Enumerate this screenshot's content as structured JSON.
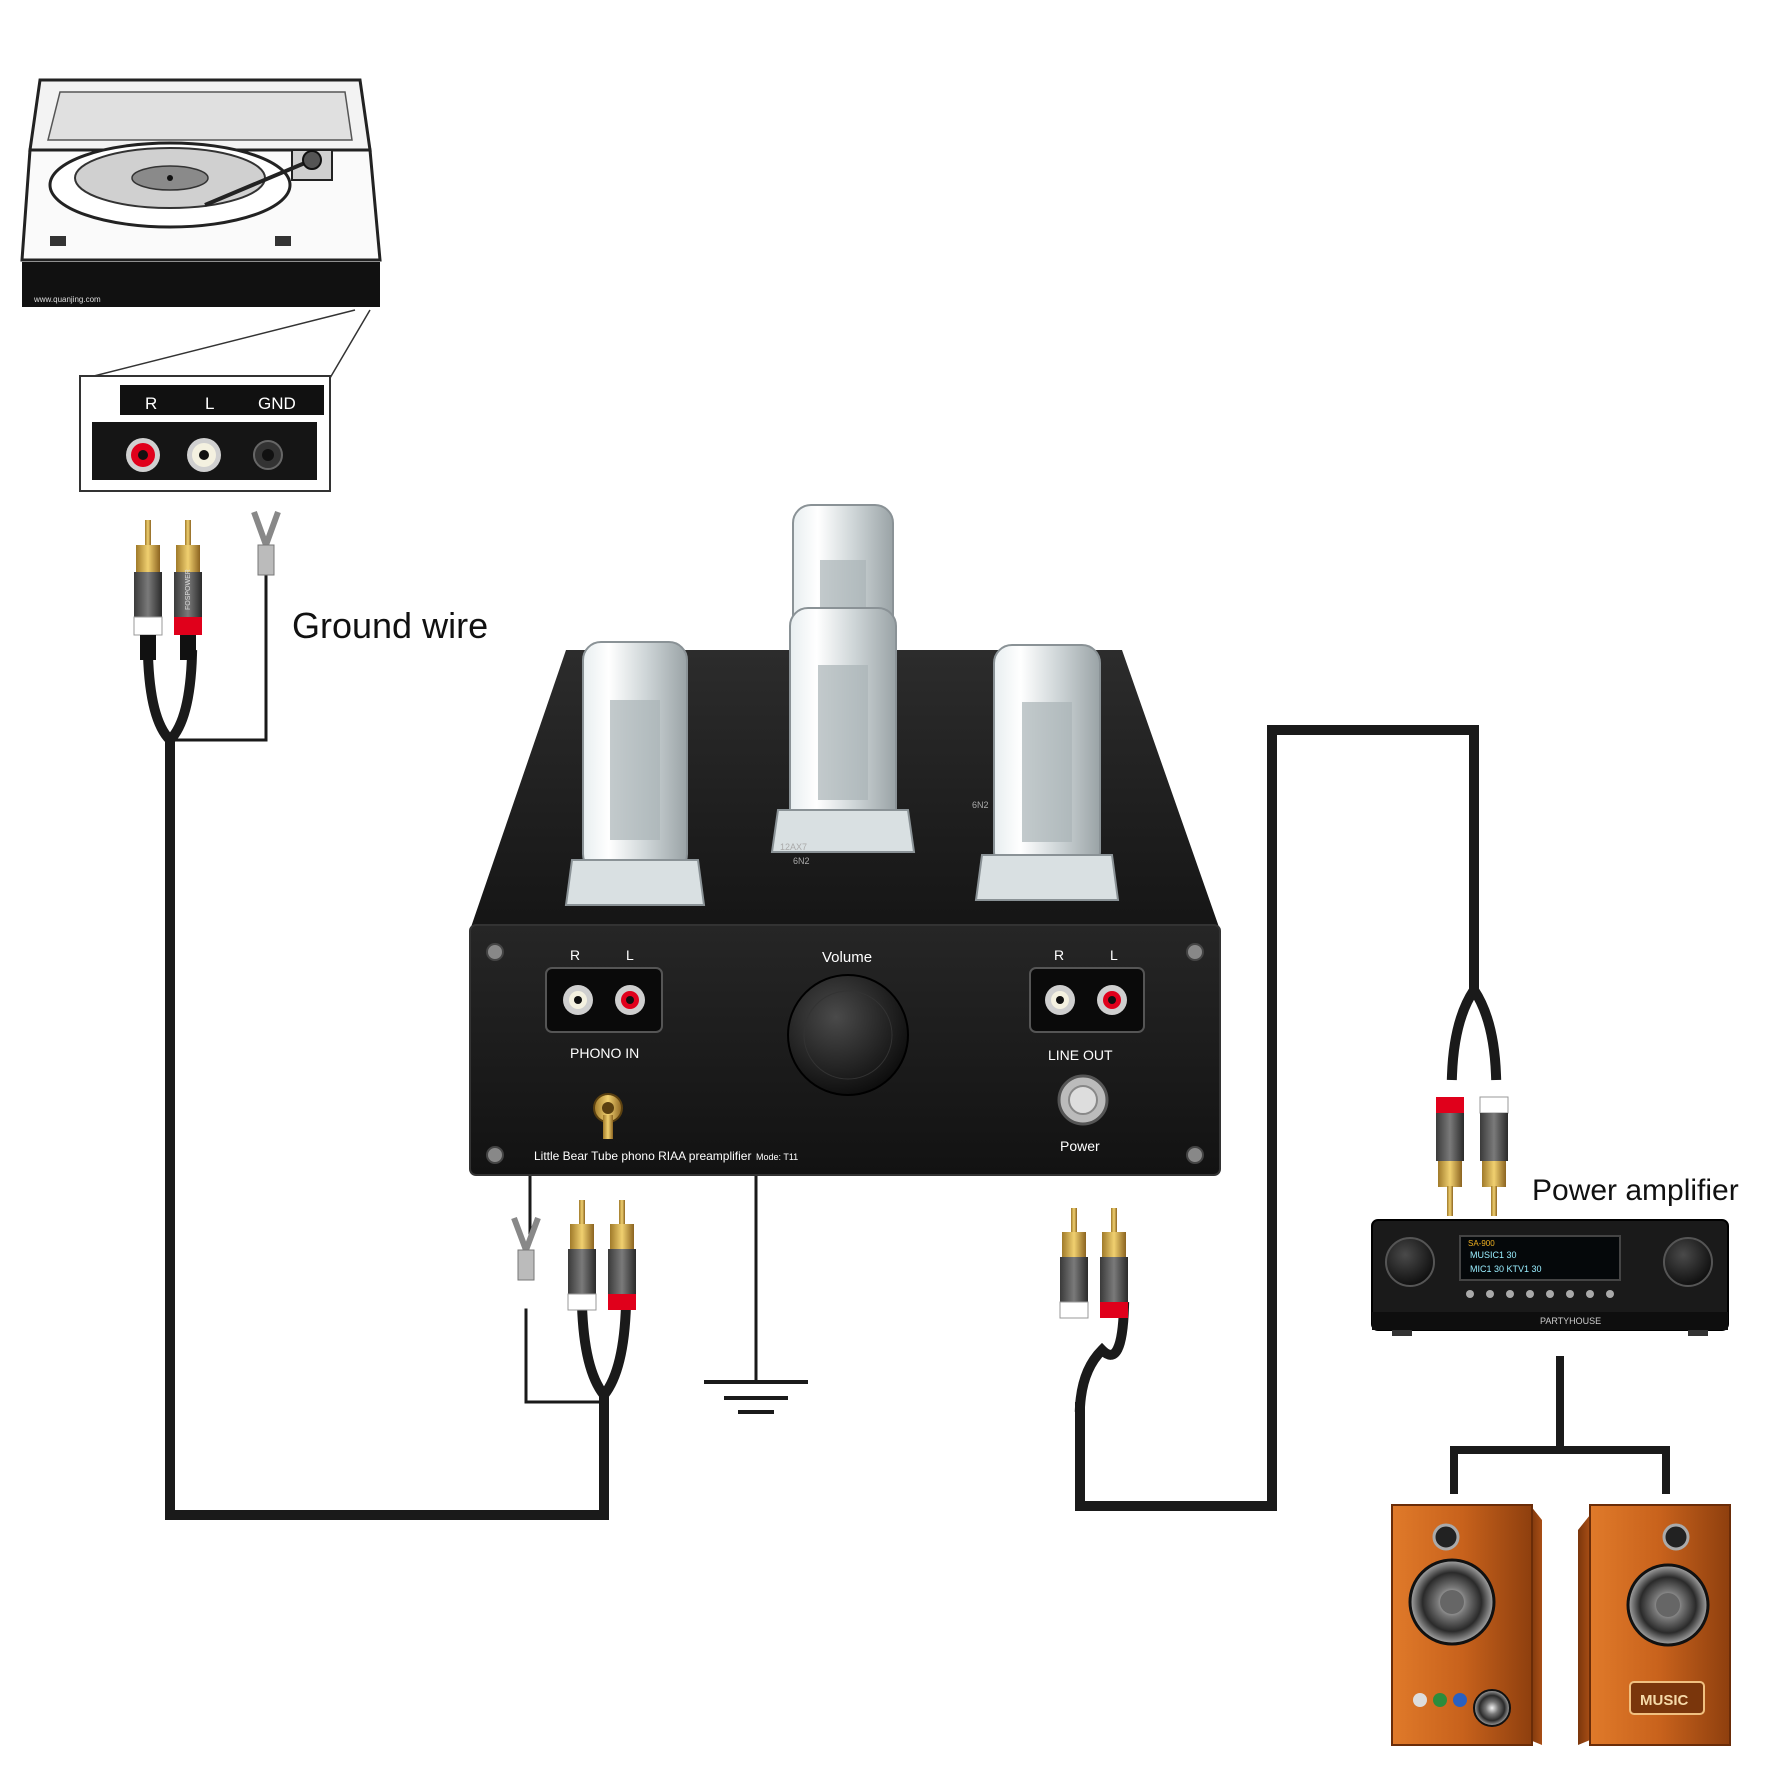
{
  "annotations": {
    "ground_wire": "Ground wire",
    "power_amplifier": "Power amplifier"
  },
  "turntable": {
    "panel_labels": {
      "r": "R",
      "l": "L",
      "gnd": "GND"
    },
    "brand_line": "www.quanjing.com"
  },
  "preamp": {
    "phono_labels": {
      "r": "R",
      "l": "L"
    },
    "line_labels": {
      "r": "R",
      "l": "L"
    },
    "phono_in": "PHONO IN",
    "volume": "Volume",
    "line_out": "LINE OUT",
    "power": "Power",
    "product_name": "Little Bear Tube phono RIAA preamplifier",
    "model": "Mode: T11",
    "tube_label_1": "12AX7",
    "tube_label_2": "6N2",
    "tube_label_3": "6N2"
  },
  "plugs": {
    "brand": "FOSPOWER"
  },
  "receiver": {
    "brand": "SA-900",
    "display_line_1": "MUSIC1 30",
    "display_line_2": "MIC1 30  KTV1 30",
    "name": "PARTYHOUSE"
  },
  "speakers": {
    "badge": "MUSIC"
  },
  "colors": {
    "cable": "#1a1a1a",
    "red_marker": "#e0001b",
    "chassis": "#1b1b1b",
    "speaker_wood": "#c8621c"
  }
}
